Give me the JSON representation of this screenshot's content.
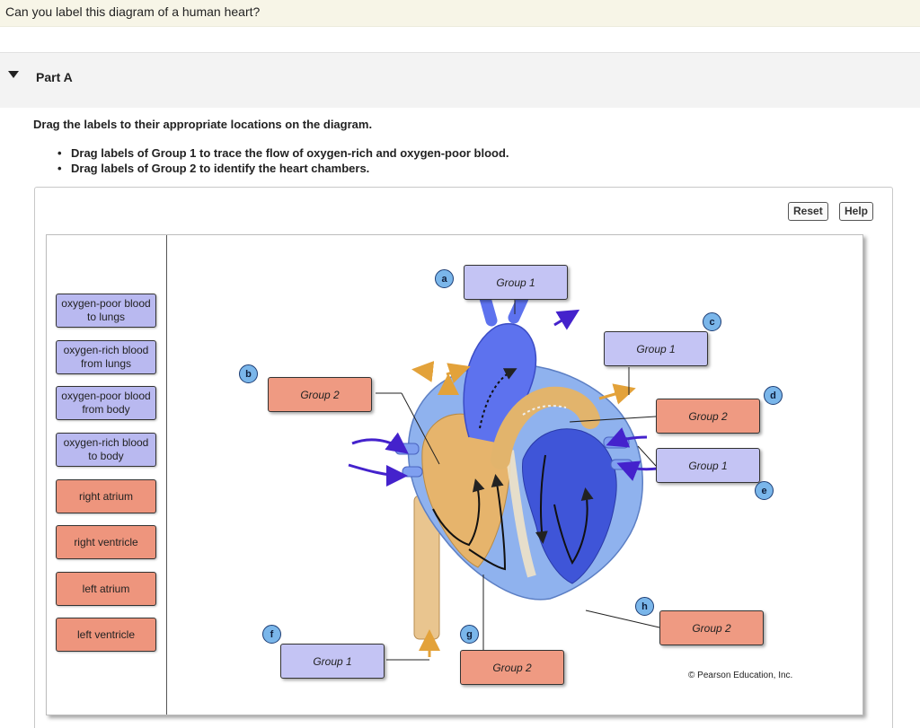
{
  "question": "Can you label this diagram of a human heart?",
  "part": {
    "title": "Part A"
  },
  "instructions": {
    "main": "Drag the labels to their appropriate locations on the diagram.",
    "bullets": [
      "Drag labels of Group 1 to trace the flow of oxygen-rich and oxygen-poor blood.",
      "Drag labels of Group 2 to identify the heart chambers."
    ]
  },
  "toolbar": {
    "reset_label": "Reset",
    "help_label": "Help"
  },
  "palette": {
    "group1": [
      {
        "line1": "oxygen-poor blood",
        "line2": "to lungs"
      },
      {
        "line1": "oxygen-rich blood",
        "line2": "from lungs"
      },
      {
        "line1": "oxygen-poor blood",
        "line2": "from body"
      },
      {
        "line1": "oxygen-rich blood",
        "line2": "to body"
      }
    ],
    "group2": [
      "right atrium",
      "right ventricle",
      "left atrium",
      "left ventricle"
    ]
  },
  "targets": [
    {
      "letter": "a",
      "label": "Group 1",
      "group": 1
    },
    {
      "letter": "b",
      "label": "Group 2",
      "group": 2
    },
    {
      "letter": "c",
      "label": "Group 1",
      "group": 1
    },
    {
      "letter": "d",
      "label": "Group 2",
      "group": 2
    },
    {
      "letter": "e",
      "label": "Group 1",
      "group": 1
    },
    {
      "letter": "f",
      "label": "Group 1",
      "group": 1
    },
    {
      "letter": "g",
      "label": "Group 2",
      "group": 2
    },
    {
      "letter": "h",
      "label": "Group 2",
      "group": 2
    }
  ],
  "copyright": "© Pearson Education, Inc.",
  "colors": {
    "group1_label": "#b9b9f0",
    "group2_label": "#ee957d",
    "badge_fill": "#7ab6ea",
    "oxygen_poor_blood": "#4a6de8",
    "oxygen_rich_blood": "#e8b15c",
    "heart_muscle": "#8fb2ee",
    "flow_arrow_blue": "#4422cc",
    "flow_arrow_gold": "#e3a23a"
  },
  "icons": [
    "collapse-triangle-icon",
    "pointer-line-icon",
    "flow-arrow-icon"
  ]
}
